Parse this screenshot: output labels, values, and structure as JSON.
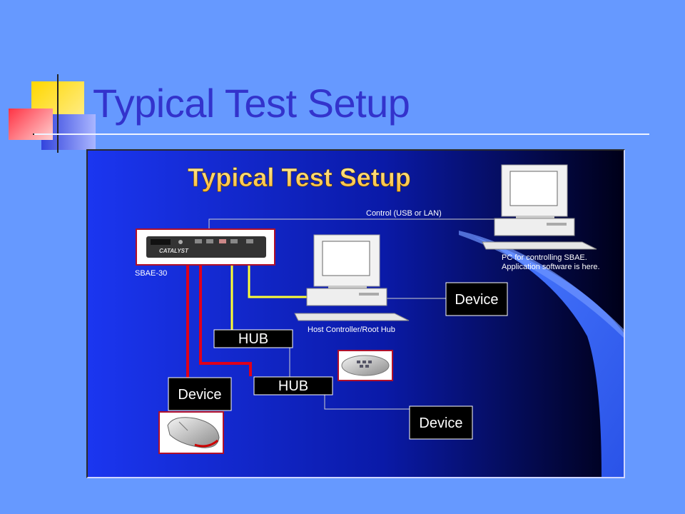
{
  "slide": {
    "title": "Typical Test Setup"
  },
  "diagram": {
    "title": "Typical Test Setup",
    "control_link_label": "Control (USB or LAN)",
    "analyzer_label": "SBAE-30",
    "analyzer_brand": "CATALYST",
    "pc_caption_line1": "PC for controlling SBAE.",
    "pc_caption_line2": "Application software is here.",
    "host_label": "Host Controller/Root Hub",
    "hub_labels": [
      "HUB",
      "HUB"
    ],
    "device_labels": [
      "Device",
      "Device",
      "Device"
    ]
  },
  "colors": {
    "slide_background": "#6699ff",
    "title_text": "#3333cc",
    "diagram_blue": "#1a2fe0",
    "diagram_navy": "#000033",
    "diagram_title": "#ffd24d",
    "cable_red": "#e0001a",
    "cable_yellow": "#ffff33"
  }
}
